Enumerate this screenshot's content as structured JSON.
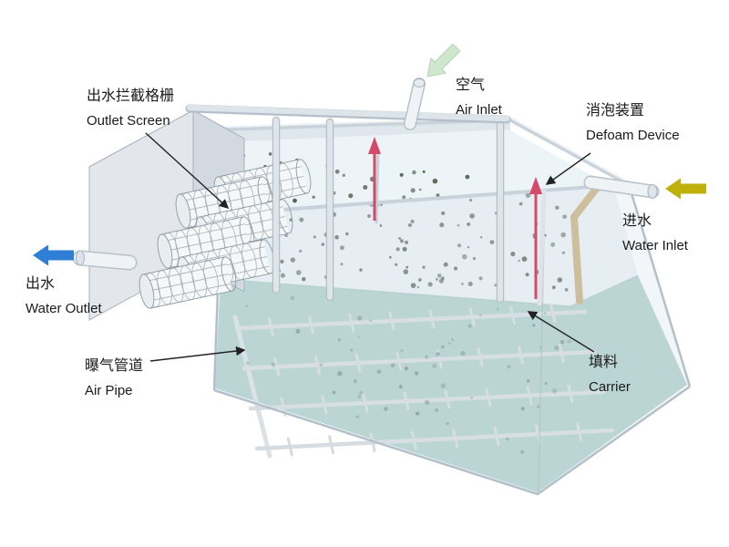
{
  "labels": {
    "outlet_screen": {
      "zh": "出水拦截格栅",
      "en": "Outlet Screen"
    },
    "air_inlet": {
      "zh": "空气",
      "en": "Air Inlet"
    },
    "defoam_device": {
      "zh": "消泡装置",
      "en": "Defoam Device"
    },
    "water_inlet": {
      "zh": "进水",
      "en": "Water Inlet"
    },
    "water_outlet": {
      "zh": "出水",
      "en": "Water Outlet"
    },
    "air_pipe": {
      "zh": "曝气管道",
      "en": "Air Pipe"
    },
    "carrier": {
      "zh": "填料",
      "en": "Carrier"
    }
  },
  "colors": {
    "text": "#1a1a1a",
    "leader": "#222222",
    "water_inlet_arrow": "#bfb00a",
    "water_outlet_arrow": "#2f7fd6",
    "air_inlet_arrow": "#cfe7cd",
    "defoam_arrow": "#d34a6a",
    "water_surface": "#edf4f7",
    "water_body": "#a6cac5",
    "tank_wall": "#dce4ea"
  }
}
